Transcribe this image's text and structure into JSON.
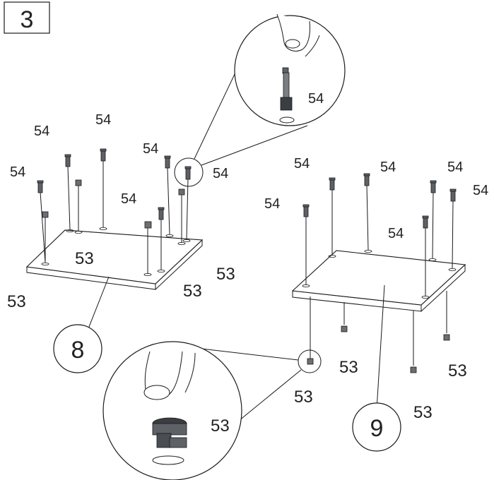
{
  "step": "3",
  "callouts": {
    "panel_left": "8",
    "panel_right": "9"
  },
  "part_labels": {
    "cam_bolt": "54",
    "cam_lock": "53"
  },
  "colors": {
    "line": "#1a1a1a",
    "panel_fill": "#ffffff",
    "hardware": "#5e6166",
    "hardware_dark": "#3a3d42"
  }
}
